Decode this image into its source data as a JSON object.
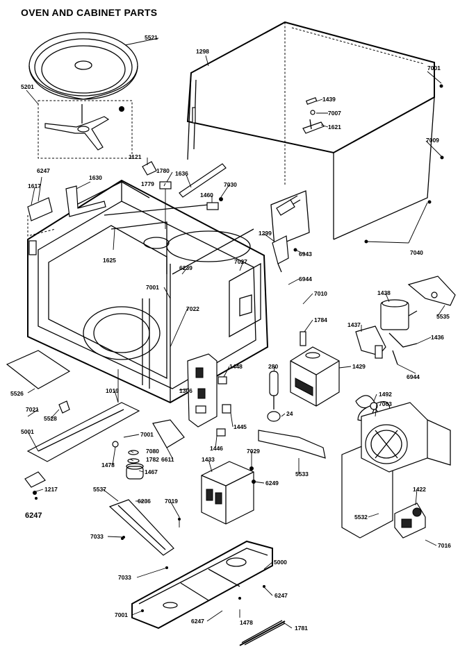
{
  "title": "OVEN AND CABINET  PARTS",
  "labels": [
    {
      "id": "5521",
      "text": "5521",
      "big": false
    },
    {
      "id": "1298",
      "text": "1298",
      "big": false
    },
    {
      "id": "7001a",
      "text": "7001",
      "big": false
    },
    {
      "id": "5201",
      "text": "5201",
      "big": false
    },
    {
      "id": "1439",
      "text": "1439",
      "big": false
    },
    {
      "id": "7007",
      "text": "7007",
      "big": false
    },
    {
      "id": "1621",
      "text": "1621",
      "big": false
    },
    {
      "id": "7009",
      "text": "7009",
      "big": false
    },
    {
      "id": "1121",
      "text": "1121",
      "big": false
    },
    {
      "id": "1780",
      "text": "1780",
      "big": false
    },
    {
      "id": "1636",
      "text": "1636",
      "big": false
    },
    {
      "id": "6247a",
      "text": "6247",
      "big": false
    },
    {
      "id": "1779",
      "text": "1779",
      "big": false
    },
    {
      "id": "1630",
      "text": "1630",
      "big": false
    },
    {
      "id": "7030",
      "text": "7030",
      "big": false
    },
    {
      "id": "1617",
      "text": "1617",
      "big": false
    },
    {
      "id": "1460",
      "text": "1460",
      "big": false
    },
    {
      "id": "7040",
      "text": "7040",
      "big": false
    },
    {
      "id": "1299",
      "text": "1299",
      "big": false
    },
    {
      "id": "6943",
      "text": "6943",
      "big": false
    },
    {
      "id": "1625",
      "text": "1625",
      "big": false
    },
    {
      "id": "6239",
      "text": "6239",
      "big": false
    },
    {
      "id": "7027",
      "text": "7027",
      "big": false
    },
    {
      "id": "6944a",
      "text": "6944",
      "big": false
    },
    {
      "id": "7001b",
      "text": "7001",
      "big": false
    },
    {
      "id": "7010",
      "text": "7010",
      "big": false
    },
    {
      "id": "1438",
      "text": "1438",
      "big": false
    },
    {
      "id": "5535",
      "text": "5535",
      "big": false
    },
    {
      "id": "7022",
      "text": "7022",
      "big": false
    },
    {
      "id": "1784",
      "text": "1784",
      "big": false
    },
    {
      "id": "1437",
      "text": "1437",
      "big": false
    },
    {
      "id": "1436",
      "text": "1436",
      "big": false
    },
    {
      "id": "1448",
      "text": "1448",
      "big": false
    },
    {
      "id": "280",
      "text": "280",
      "big": false
    },
    {
      "id": "1429",
      "text": "1429",
      "big": false
    },
    {
      "id": "6944b",
      "text": "6944",
      "big": false
    },
    {
      "id": "5526",
      "text": "5526",
      "big": false
    },
    {
      "id": "1019",
      "text": "1019",
      "big": false
    },
    {
      "id": "1306",
      "text": "1306",
      "big": false
    },
    {
      "id": "7021",
      "text": "7021",
      "big": false
    },
    {
      "id": "5528",
      "text": "5528",
      "big": false
    },
    {
      "id": "24",
      "text": "24",
      "big": false
    },
    {
      "id": "1492",
      "text": "1492",
      "big": false
    },
    {
      "id": "7063",
      "text": "7063",
      "big": false
    },
    {
      "id": "1445",
      "text": "1445",
      "big": false
    },
    {
      "id": "5001",
      "text": "5001",
      "big": false
    },
    {
      "id": "7001c",
      "text": "7001",
      "big": false
    },
    {
      "id": "1446",
      "text": "1446",
      "big": false
    },
    {
      "id": "6611",
      "text": "6611",
      "big": false
    },
    {
      "id": "1478a",
      "text": "1478",
      "big": false
    },
    {
      "id": "7080",
      "text": "7080",
      "big": false
    },
    {
      "id": "1782",
      "text": "1782",
      "big": false
    },
    {
      "id": "5533",
      "text": "5533",
      "big": false
    },
    {
      "id": "1433",
      "text": "1433",
      "big": false
    },
    {
      "id": "7029",
      "text": "7029",
      "big": false
    },
    {
      "id": "1467",
      "text": "1467",
      "big": false
    },
    {
      "id": "6249",
      "text": "6249",
      "big": false
    },
    {
      "id": "1217",
      "text": "1217",
      "big": false
    },
    {
      "id": "5537",
      "text": "5537",
      "big": false
    },
    {
      "id": "6236",
      "text": "6236",
      "big": false
    },
    {
      "id": "1422",
      "text": "1422",
      "big": false
    },
    {
      "id": "6247b",
      "text": "6247",
      "big": true
    },
    {
      "id": "7019",
      "text": "7019",
      "big": false
    },
    {
      "id": "5532",
      "text": "5532",
      "big": false
    },
    {
      "id": "7033a",
      "text": "7033",
      "big": false
    },
    {
      "id": "7016",
      "text": "7016",
      "big": false
    },
    {
      "id": "5000",
      "text": "5000",
      "big": false
    },
    {
      "id": "7033b",
      "text": "7033",
      "big": false
    },
    {
      "id": "6247c",
      "text": "6247",
      "big": false
    },
    {
      "id": "7001d",
      "text": "7001",
      "big": false
    },
    {
      "id": "6247d",
      "text": "6247",
      "big": false
    },
    {
      "id": "1478b",
      "text": "1478",
      "big": false
    },
    {
      "id": "1781",
      "text": "1781",
      "big": false
    }
  ]
}
